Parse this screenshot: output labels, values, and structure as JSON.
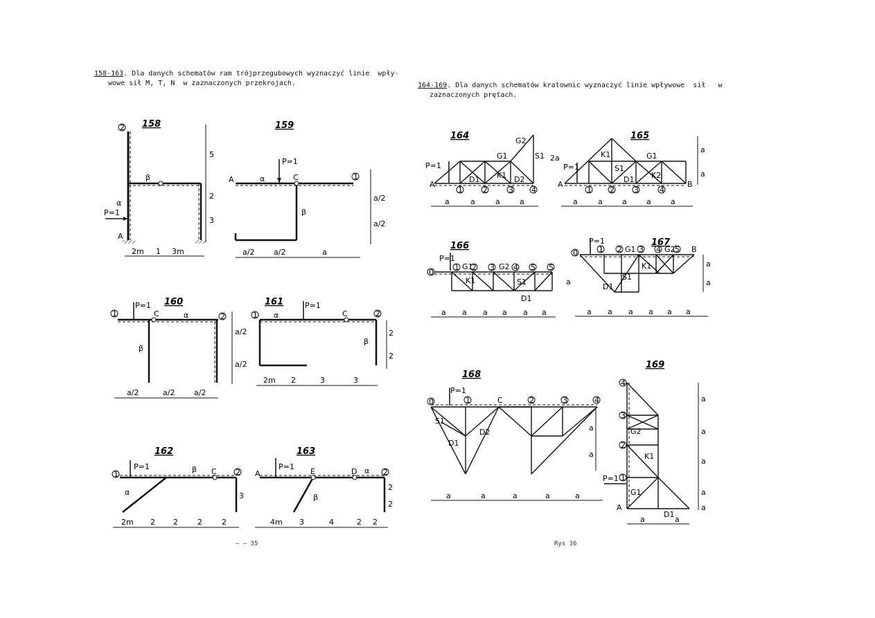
{
  "left_header": {
    "number": "158-163",
    "line1": ". Dla danych schematów ram trójprzegubowych wyznaczyć linie  wpły-",
    "line2": "wowe sił M, T, N  w zaznaczonych przekrojach."
  },
  "right_header": {
    "number": "164-169",
    "line1": ". Dla danych schematów kratownic wyznaczyć linie wpływowe  sił   w",
    "line2": "zaznaczonych prętach."
  },
  "figures": {
    "f158": {
      "title": "158",
      "load": "P=1",
      "dims_x": [
        "2m",
        "1",
        "3m"
      ],
      "dims_y": [
        "5",
        "2",
        "3"
      ],
      "labels": {
        "A": "A",
        "n2": "2",
        "beta": "β",
        "alpha": "α"
      }
    },
    "f159": {
      "title": "159",
      "load": "P=1",
      "dims_x": [
        "a/2",
        "a/2",
        "a"
      ],
      "dims_y": [
        "a/2",
        "a/2"
      ],
      "labels": {
        "A": "A",
        "C": "C",
        "n1": "1",
        "alpha": "α",
        "beta": "β"
      }
    },
    "f160": {
      "title": "160",
      "load": "P=1",
      "dims_x": [
        "a/2",
        "a/2",
        "a/2"
      ],
      "dims_y": [
        "a/2",
        "a/2"
      ],
      "labels": {
        "n1": "1",
        "n2": "2",
        "C": "C",
        "alpha": "α",
        "beta": "β"
      }
    },
    "f161": {
      "title": "161",
      "load": "P=1",
      "dims_x": [
        "2m",
        "2",
        "3",
        "3"
      ],
      "dims_y": [
        "2",
        "2"
      ],
      "labels": {
        "n1": "1",
        "n2": "2",
        "C": "C",
        "alpha": "α",
        "beta": "β"
      }
    },
    "f162": {
      "title": "162",
      "load": "P=1",
      "dims_x": [
        "2m",
        "2",
        "2",
        "2",
        "2"
      ],
      "dims_y": [
        "3"
      ],
      "labels": {
        "n1": "1",
        "n2": "2",
        "C": "C",
        "alpha": "α",
        "beta": "β"
      }
    },
    "f163": {
      "title": "163",
      "load": "P=1",
      "dims_x": [
        "4m",
        "3",
        "4",
        "2",
        "2"
      ],
      "dims_y": [
        "2",
        "2"
      ],
      "labels": {
        "A": "A",
        "E": "E",
        "D": "D",
        "n2": "2",
        "alpha": "α",
        "beta": "β"
      }
    },
    "f164": {
      "title": "164",
      "load": "P=1",
      "dims_x": [
        "a",
        "a",
        "a",
        "a"
      ],
      "dims_y": [
        "2a"
      ],
      "labels": {
        "A": "A",
        "D1": "D1",
        "K1": "K1",
        "G1": "G1",
        "G2": "G2",
        "S1": "S1",
        "D2": "D2",
        "n1": "1",
        "n2": "2",
        "n3": "3",
        "n4": "4"
      }
    },
    "f165": {
      "title": "165",
      "load": "P=1",
      "dims_x": [
        "a",
        "a",
        "a",
        "a",
        "a"
      ],
      "dims_y": [
        "a",
        "a"
      ],
      "labels": {
        "A": "A",
        "B": "B",
        "K1": "K1",
        "S1": "S1",
        "D1": "D1",
        "G1": "G1",
        "K2": "K2",
        "n1": "1",
        "n2": "2",
        "n3": "3",
        "n4": "4"
      }
    },
    "f166": {
      "title": "166",
      "load": "P=1",
      "dims_x": [
        "a",
        "a",
        "a",
        "a",
        "a",
        "a"
      ],
      "dims_y": [
        "a"
      ],
      "labels": {
        "n0": "0",
        "n1": "1",
        "n2": "2",
        "n3": "3",
        "n4": "4",
        "n5": "5",
        "n6": "5",
        "G1": "G1",
        "G2": "G2",
        "K1": "K1",
        "S1": "S1",
        "D1": "D1"
      }
    },
    "f167": {
      "title": "167",
      "load": "P=1",
      "dims_x": [
        "a",
        "a",
        "a",
        "a",
        "a",
        "a"
      ],
      "dims_y": [
        "a",
        "a"
      ],
      "labels": {
        "n0": "0",
        "n1": "1",
        "n2": "2",
        "n3": "3",
        "n4": "4",
        "n5": "5",
        "B": "B",
        "G1": "G1",
        "G2": "G2",
        "K1": "K1",
        "S1": "S1",
        "D1": "D1"
      }
    },
    "f168": {
      "title": "168",
      "load": "P=1",
      "dims_x": [
        "a",
        "a",
        "a",
        "a",
        "a"
      ],
      "dims_y": [
        "a",
        "a"
      ],
      "labels": {
        "n0": "0",
        "n1": "1",
        "C": "C",
        "n2": "2",
        "n3": "3",
        "n4": "4",
        "S1": "S1",
        "D1": "D1",
        "D2": "D2"
      }
    },
    "f169": {
      "title": "169",
      "load": "P=1",
      "dims_x": [
        "a",
        "a"
      ],
      "dims_y": [
        "a",
        "a",
        "a",
        "a",
        "a"
      ],
      "labels": {
        "A": "A",
        "n1": "1",
        "n2": "2",
        "n3": "3",
        "n4": "4",
        "G1": "G1",
        "G2": "G2",
        "K1": "K1",
        "D1": "D1"
      }
    }
  },
  "footer_left": "– – 35",
  "footer_right": "Rys 36"
}
